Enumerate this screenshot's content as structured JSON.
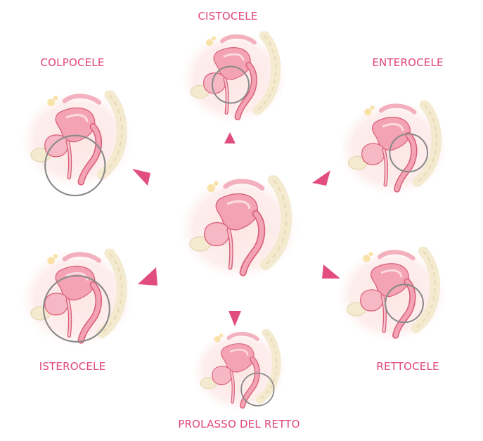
{
  "colors": {
    "label": "#e0457a",
    "arrow": "#e24d7f",
    "highlight_circle": "#8a8a8a",
    "tissue_pink": "#f3a3b3",
    "tissue_light": "#fbd9df",
    "tissue_dark": "#d9607a",
    "bone": "#f4ead0",
    "skin": "#fde6e4"
  },
  "center": {
    "icon": "pelvis-normal-anatomy"
  },
  "conditions": [
    {
      "id": "cistocele",
      "label": "CISTOCELE",
      "icon": "cystocele-anatomy"
    },
    {
      "id": "enterocele",
      "label": "ENTEROCELE",
      "icon": "enterocele-anatomy"
    },
    {
      "id": "rettocele",
      "label": "RETTOCELE",
      "icon": "rectocele-anatomy"
    },
    {
      "id": "prolasso",
      "label": "PROLASSO DEL RETTO",
      "icon": "rectal-prolapse-anatomy"
    },
    {
      "id": "isterocele",
      "label": "ISTEROCELE",
      "icon": "uterine-prolapse-anatomy"
    },
    {
      "id": "colpocele",
      "label": "COLPOCELE",
      "icon": "vaginal-prolapse-anatomy"
    }
  ]
}
